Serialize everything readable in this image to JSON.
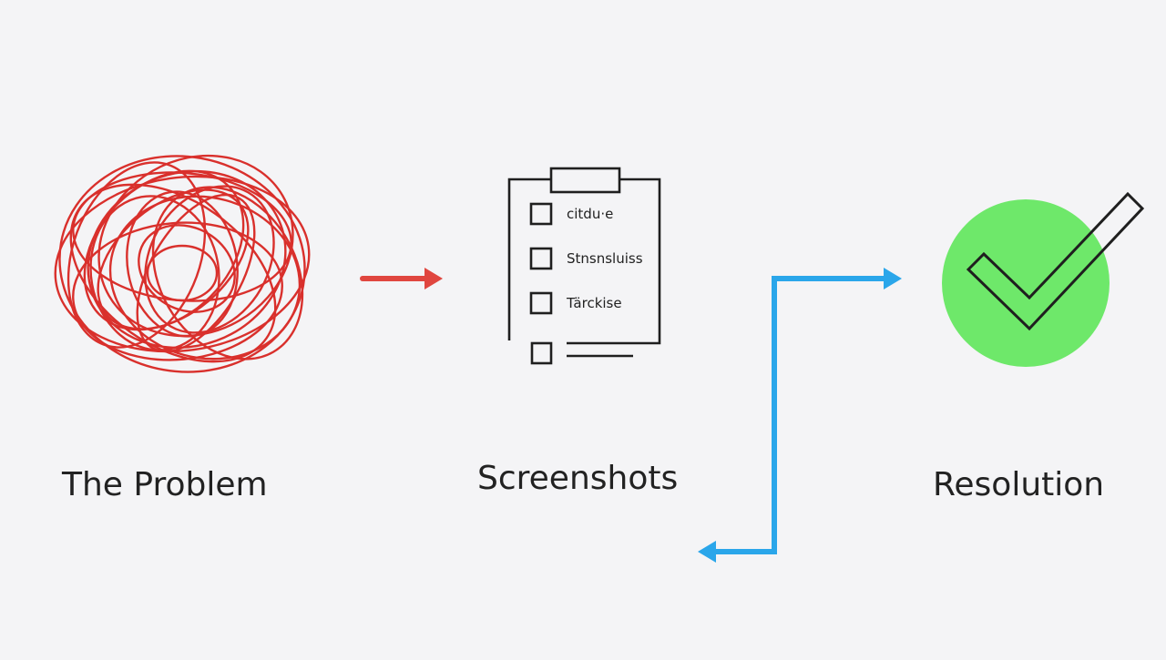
{
  "steps": [
    {
      "id": "problem",
      "label": "The Problem",
      "icon": "scribble-icon"
    },
    {
      "id": "screenshots",
      "label": "Screenshots",
      "icon": "clipboard-checklist-icon"
    },
    {
      "id": "resolution",
      "label": "Resolution",
      "icon": "checkmark-circle-icon"
    }
  ],
  "checklist": {
    "items": [
      "citdu·e",
      "Stnsnsluiss",
      "Tärckise",
      ""
    ]
  },
  "connectors": [
    {
      "name": "red-arrow",
      "direction": "right"
    },
    {
      "name": "blue-elbow-connector",
      "direction": "both"
    }
  ],
  "colors": {
    "background": "#f4f4f6",
    "problem_scribble": "#d9302c",
    "red_arrow": "#e0463f",
    "blue_connector": "#2aa6ea",
    "resolution_circle": "#6ee86a",
    "outline": "#1f1f1f",
    "text": "#222222"
  }
}
